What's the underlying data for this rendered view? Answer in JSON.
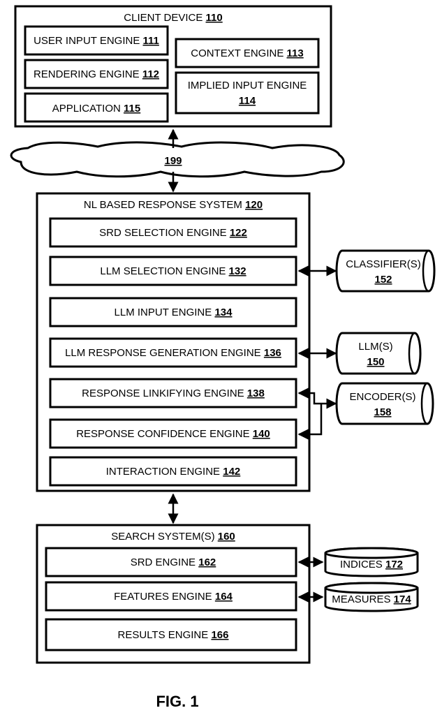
{
  "client_device": {
    "title": "CLIENT DEVICE",
    "ref": "110",
    "user_input": {
      "label": "USER INPUT ENGINE",
      "ref": "111"
    },
    "rendering": {
      "label": "RENDERING ENGINE",
      "ref": "112"
    },
    "application": {
      "label": "APPLICATION",
      "ref": "115"
    },
    "context": {
      "label": "CONTEXT ENGINE",
      "ref": "113"
    },
    "implied_line1": "IMPLIED INPUT ENGINE",
    "implied_ref": "114"
  },
  "network": {
    "ref": "199"
  },
  "nl_system": {
    "title": "NL BASED RESPONSE SYSTEM",
    "ref": "120",
    "srd_selection": {
      "label": "SRD SELECTION ENGINE",
      "ref": "122"
    },
    "llm_selection": {
      "label": "LLM SELECTION ENGINE",
      "ref": "132"
    },
    "llm_input": {
      "label": "LLM INPUT ENGINE",
      "ref": "134"
    },
    "llm_response": {
      "label": "LLM RESPONSE GENERATION ENGINE",
      "ref": "136"
    },
    "linkifying": {
      "label": "RESPONSE LINKIFYING ENGINE",
      "ref": "138"
    },
    "confidence": {
      "label": "RESPONSE CONFIDENCE ENGINE",
      "ref": "140"
    },
    "interaction": {
      "label": "INTERACTION ENGINE",
      "ref": "142"
    }
  },
  "stores": {
    "classifiers": {
      "label": "CLASSIFIER(S)",
      "ref": "152"
    },
    "llms": {
      "label": "LLM(S)",
      "ref": "150"
    },
    "encoders": {
      "label": "ENCODER(S)",
      "ref": "158"
    },
    "indices": {
      "label": "INDICES",
      "ref": "172"
    },
    "measures": {
      "label": "MEASURES",
      "ref": "174"
    }
  },
  "search_system": {
    "title": "SEARCH SYSTEM(S)",
    "ref": "160",
    "srd_engine": {
      "label": "SRD ENGINE",
      "ref": "162"
    },
    "features": {
      "label": "FEATURES ENGINE",
      "ref": "164"
    },
    "results": {
      "label": "RESULTS ENGINE",
      "ref": "166"
    }
  },
  "figure_label": "FIG. 1"
}
